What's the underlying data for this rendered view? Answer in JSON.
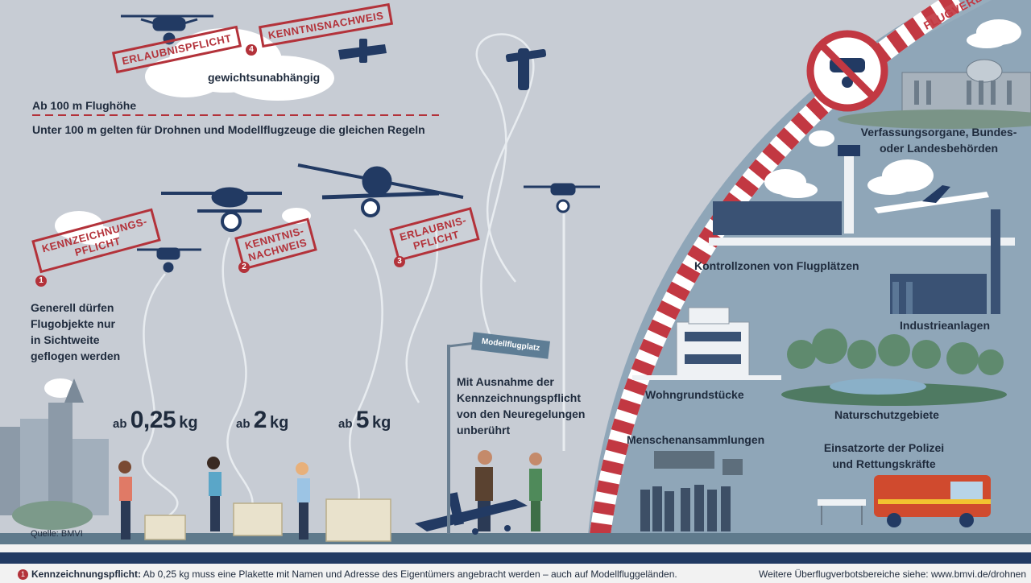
{
  "top": {
    "stamp_erlaubnis": "ERLAUBNISPFLICHT",
    "stamp_kenntnis": "KENNTNISNACHWEIS",
    "num4": "4",
    "gewicht": "gewichtsunabhängig",
    "ab100": "Ab 100 m Flughöhe",
    "unter100": "Unter 100 m gelten für Drohnen und Modellflugzeuge die gleichen Regeln"
  },
  "stamps": {
    "kennzeichnung": "KENNZEICHNUNGS-\nPFLICHT",
    "kenntnis": "KENNTNIS-\nNACHWEIS",
    "erlaubnis": "ERLAUBNIS-\nPFLICHT",
    "n1": "1",
    "n2": "2",
    "n3": "3"
  },
  "left": {
    "generell": "Generell dürfen\nFlugobjekte nur\nin Sichtweite\ngeflogen werden"
  },
  "weights": [
    {
      "prefix": "ab",
      "value": "0,25",
      "unit": "kg"
    },
    {
      "prefix": "ab",
      "value": "2",
      "unit": "kg"
    },
    {
      "prefix": "ab",
      "value": "5",
      "unit": "kg"
    }
  ],
  "middle": {
    "sign": "Modellflugplatz",
    "ausnahme": "Mit Ausnahme der\nKennzeichnungspflicht\nvon den Neuregelungen\nunberührt",
    "quelle": "Quelle: BMVI"
  },
  "right": {
    "flugverbot": "FLUGVERBOT",
    "verfassung": "Verfassungsorgane, Bundes-\noder Landesbehörden",
    "kontroll": "Kontrollzonen von Flugplätzen",
    "industrie": "Industrieanlagen",
    "wohn": "Wohngrundstücke",
    "natur": "Naturschutzgebiete",
    "menschen": "Menschenansammlungen",
    "einsatz": "Einsatzorte der Polizei\nund Rettungskräfte"
  },
  "footer": {
    "num": "1",
    "left_bold": "Kennzeichnungspflicht:",
    "left_text": " Ab 0,25 kg muss eine Plakette mit Namen und Adresse des Eigentümers angebracht werden – auch auf Modellfluggeländen.",
    "right": "Weitere Überflugverbotsbereiche siehe: www.bmvi.de/drohnen"
  },
  "colors": {
    "sky": "#c7ccd4",
    "zone": "#8fa6b8",
    "navy": "#223a63",
    "stamp_red": "#b3323a",
    "text": "#1f2b3d",
    "ground": "#5f7a8c"
  }
}
